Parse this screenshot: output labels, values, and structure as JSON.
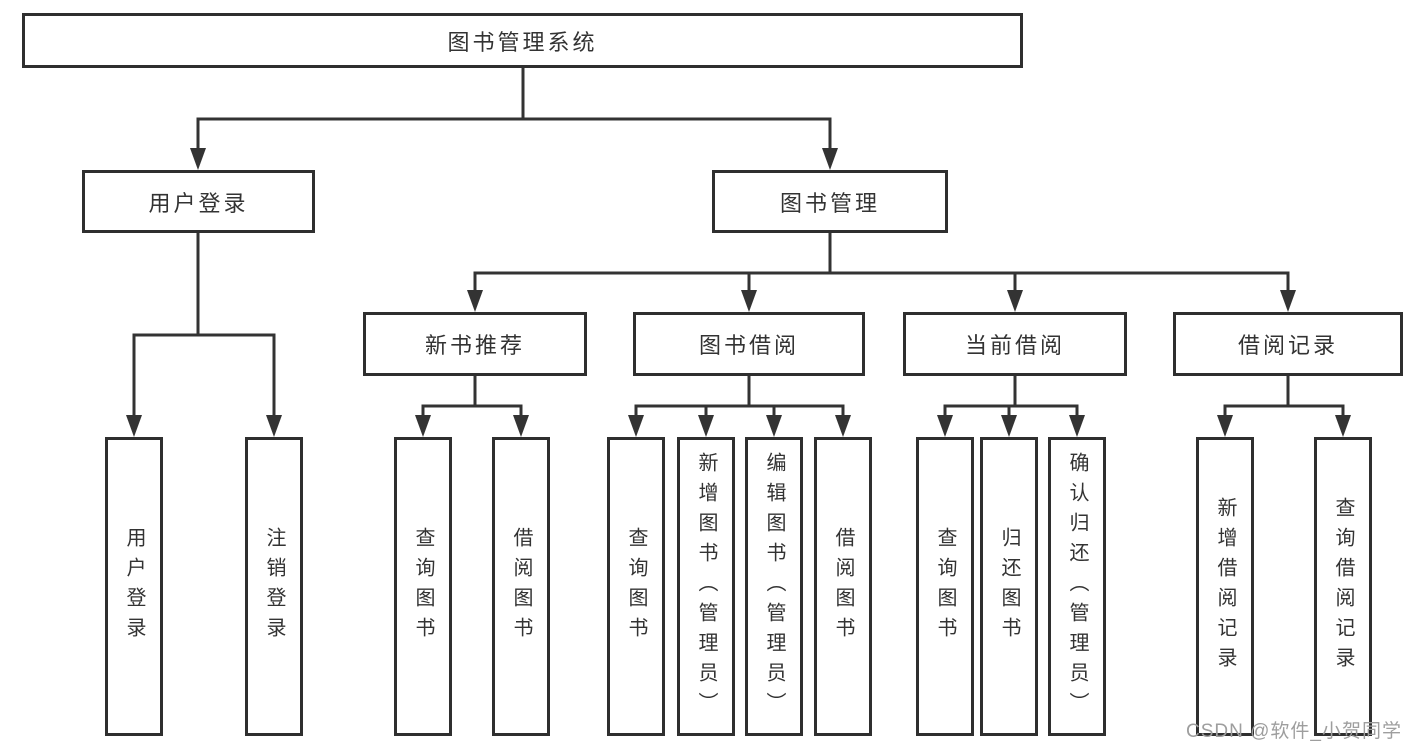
{
  "diagram": {
    "title": "图书管理系统",
    "branches": [
      {
        "label": "用户登录",
        "children": [
          {
            "label": "用户登录"
          },
          {
            "label": "注销登录"
          }
        ]
      },
      {
        "label": "图书管理",
        "children": [
          {
            "label": "新书推荐",
            "children": [
              {
                "label": "查询图书"
              },
              {
                "label": "借阅图书"
              }
            ]
          },
          {
            "label": "图书借阅",
            "children": [
              {
                "label": "查询图书"
              },
              {
                "label": "新增图书（管理员）"
              },
              {
                "label": "编辑图书（管理员）"
              },
              {
                "label": "借阅图书"
              }
            ]
          },
          {
            "label": "当前借阅",
            "children": [
              {
                "label": "查询图书"
              },
              {
                "label": "归还图书"
              },
              {
                "label": "确认归还（管理员）"
              }
            ]
          },
          {
            "label": "借阅记录",
            "children": [
              {
                "label": "新增借阅记录"
              },
              {
                "label": "查询借阅记录"
              }
            ]
          }
        ]
      }
    ]
  },
  "watermark": {
    "text": "CSDN @软件_小贺同学"
  },
  "colors": {
    "line": "#333333",
    "text": "#333333",
    "box_border": "#2f2f2f",
    "box_fill": "#ffffff",
    "background": "#ffffff",
    "watermark": "#9e9e9e"
  }
}
